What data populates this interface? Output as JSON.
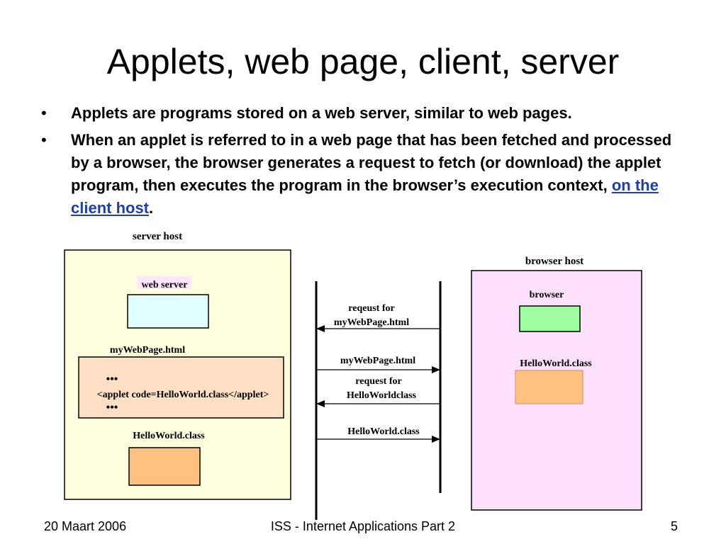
{
  "slide": {
    "title": "Applets, web page, client, server",
    "bullets": [
      {
        "marker": "•",
        "text": "Applets are programs stored on a web server, similar to web pages."
      },
      {
        "marker": "•",
        "text": "When an applet is referred to in a web page that has been fetched and processed by a browser, the browser generates a request to fetch (or download) the applet program, then executes the program in the browser’s execution context, ",
        "link": "on the client host",
        "tail": "."
      }
    ]
  },
  "diagram": {
    "server_host": {
      "label": "server host",
      "web_server_label": "web server",
      "page_label": "myWebPage.html",
      "page_dots_top": "•••",
      "page_code": "<applet code=HelloWorld.class</applet>",
      "page_dots_bottom": "•••",
      "class_label": "HelloWorld.class"
    },
    "browser_host": {
      "label": "browser host",
      "browser_label": "browser",
      "class_label": "HelloWorld.class"
    },
    "messages": [
      {
        "line1": "reqeust for",
        "line2": "myWebPage.html",
        "direction": "to-server"
      },
      {
        "line1": "myWebPage.html",
        "direction": "to-browser"
      },
      {
        "line1": "request for",
        "line2": "HelloWorldclass",
        "direction": "to-server"
      },
      {
        "line1": "HelloWorld.class",
        "direction": "to-browser"
      }
    ],
    "colors": {
      "server_bg": "#ffffe0",
      "web_server_box": "#e0ffff",
      "web_server_label_bg": "#ffe6ff",
      "page_box": "#ffe0c4",
      "class_box": "#ffc080",
      "browser_bg": "#ffe0ff",
      "browser_box": "#a0ffa0"
    }
  },
  "footer": {
    "date": "20 Maart 2006",
    "course": "ISS - Internet Applications Part 2",
    "page": "5"
  }
}
